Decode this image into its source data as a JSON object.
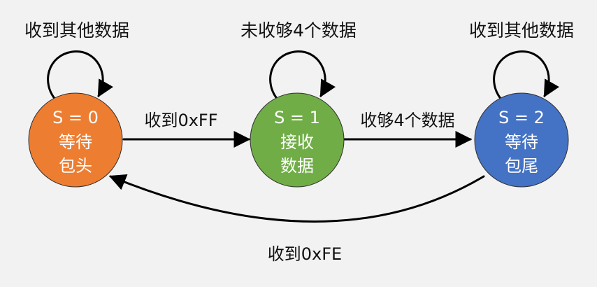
{
  "states": [
    {
      "id": "s0",
      "line1": "S = 0",
      "line2": "等待",
      "line3": "包头",
      "color": "#ed7d31",
      "self_loop_label": "收到其他数据"
    },
    {
      "id": "s1",
      "line1": "S = 1",
      "line2": "接收",
      "line3": "数据",
      "color": "#70ad47",
      "self_loop_label": "未收够4个数据"
    },
    {
      "id": "s2",
      "line1": "S = 2",
      "line2": "等待",
      "line3": "包尾",
      "color": "#4472c4",
      "self_loop_label": "收到其他数据"
    }
  ],
  "transitions": [
    {
      "from": "s0",
      "to": "s1",
      "label": "收到0xFF"
    },
    {
      "from": "s1",
      "to": "s2",
      "label": "收够4个数据"
    },
    {
      "from": "s2",
      "to": "s0",
      "label": "收到0xFE"
    }
  ],
  "style": {
    "background": "#f2f2f2",
    "line_color": "#000000",
    "text_color": "#111111",
    "state_text_color": "#ffffff"
  }
}
